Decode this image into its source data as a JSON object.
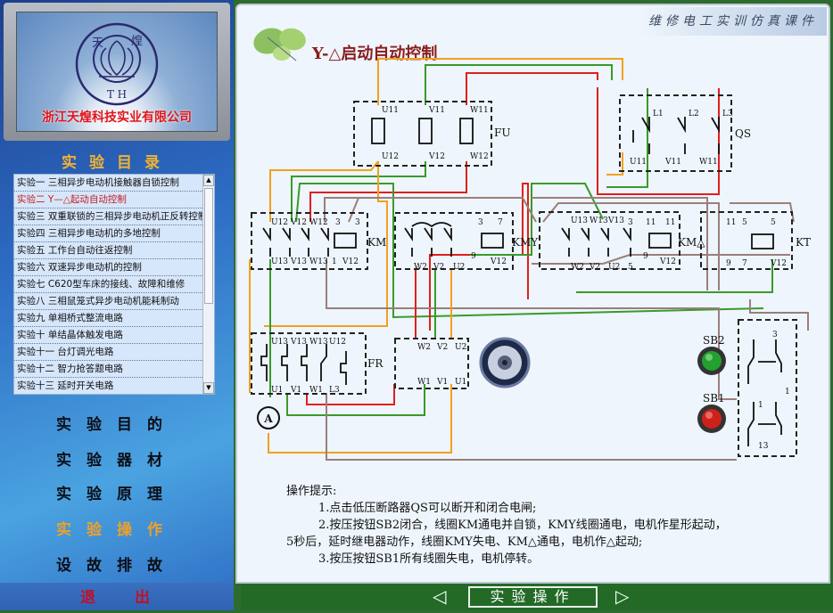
{
  "logo": {
    "text_top_left": "天",
    "text_top_right": "煌",
    "letters": "T H",
    "company": "浙江天煌科技实业有限公司"
  },
  "sidebar": {
    "catalog_title": "实验目录",
    "experiments": [
      "实验一 三相异步电动机接触器自锁控制",
      "实验二 Y—△起动自动控制",
      "实验三 双重联锁的三相异步电动机正反转控制",
      "实验四 三相异步电动机的多地控制",
      "实验五 工作台自动往返控制",
      "实验六 双速异步电动机的控制",
      "实验七 C620型车床的接线、故障和维修",
      "实验八 三相鼠笼式异步电动机能耗制动",
      "实验九 单相桥式整流电路",
      "实验十 单结晶体触发电路",
      "实验十一 台灯调光电路",
      "实验十二 智力抢答题电路",
      "实验十三 延时开关电路"
    ],
    "active_index": 1,
    "menu": [
      "实验目的",
      "实验器材",
      "实验原理",
      "实验操作",
      "设故排故"
    ],
    "active_menu": 3,
    "exit": "退出"
  },
  "header": {
    "banner": "维修电工实训仿真课件",
    "title": "Y-△启动自动控制"
  },
  "circuit": {
    "fu": {
      "label": "FU",
      "top": [
        "U11",
        "V11",
        "W11"
      ],
      "bottom": [
        "U12",
        "V12",
        "W12"
      ]
    },
    "qs": {
      "label": "QS",
      "top": [
        "L1",
        "L2",
        "L3"
      ],
      "bottom": [
        "U11",
        "V11",
        "W11"
      ]
    },
    "km": {
      "label": "KM",
      "top": [
        "U12",
        "V12",
        "W12",
        "3",
        "3"
      ],
      "bottom": [
        "U13",
        "V13",
        "W13",
        "1",
        "V12"
      ]
    },
    "kmy": {
      "label": "KMY",
      "top": [
        "3",
        "7"
      ],
      "bottom": [
        "W2",
        "V2",
        "U2",
        "9",
        "V12"
      ]
    },
    "kmd": {
      "label": "KM△",
      "top": [
        "U13",
        "W13",
        "V13",
        "3",
        "11",
        "11"
      ],
      "bottom": [
        "W2",
        "V2",
        "U2",
        "5",
        "9",
        "V12"
      ]
    },
    "kt": {
      "label": "KT",
      "top": [
        "11",
        "5",
        "5"
      ],
      "bottom": [
        "9",
        "7",
        "V12"
      ]
    },
    "fr": {
      "label": "FR",
      "top": [
        "U13",
        "V13",
        "W13",
        "U12"
      ],
      "bottom": [
        "U1",
        "V1",
        "W1",
        "L3"
      ]
    },
    "motor": {
      "top": [
        "W2",
        "V2",
        "U2"
      ],
      "bottom": [
        "W1",
        "V1",
        "U1"
      ]
    },
    "buttons": {
      "sb2": "SB2",
      "sb1": "SB1",
      "terminals": [
        "3",
        "1",
        "1",
        "13"
      ]
    },
    "ammeter": "A",
    "colors": {
      "phase_u": "#f2a01e",
      "phase_v": "#3a9a2a",
      "phase_w": "#e0201c",
      "control": "#9a7f7a",
      "button_start": "#22a030",
      "button_stop": "#d0201a"
    }
  },
  "tips": {
    "heading": "操作提示:",
    "lines": [
      "1.点击低压断路器QS可以断开和闭合电闸;",
      "2.按压按钮SB2闭合，线圈KM通电并自锁，KMY线圈通电，电机作星形起动，",
      "5秒后，延时继电器动作，线圈KMY失电、KM△通电，电机作△起动;",
      "3.按压按钮SB1所有线圈失电，电机停转。"
    ]
  },
  "footer": {
    "current": "实验操作",
    "prev": "◁",
    "next": "▷"
  }
}
